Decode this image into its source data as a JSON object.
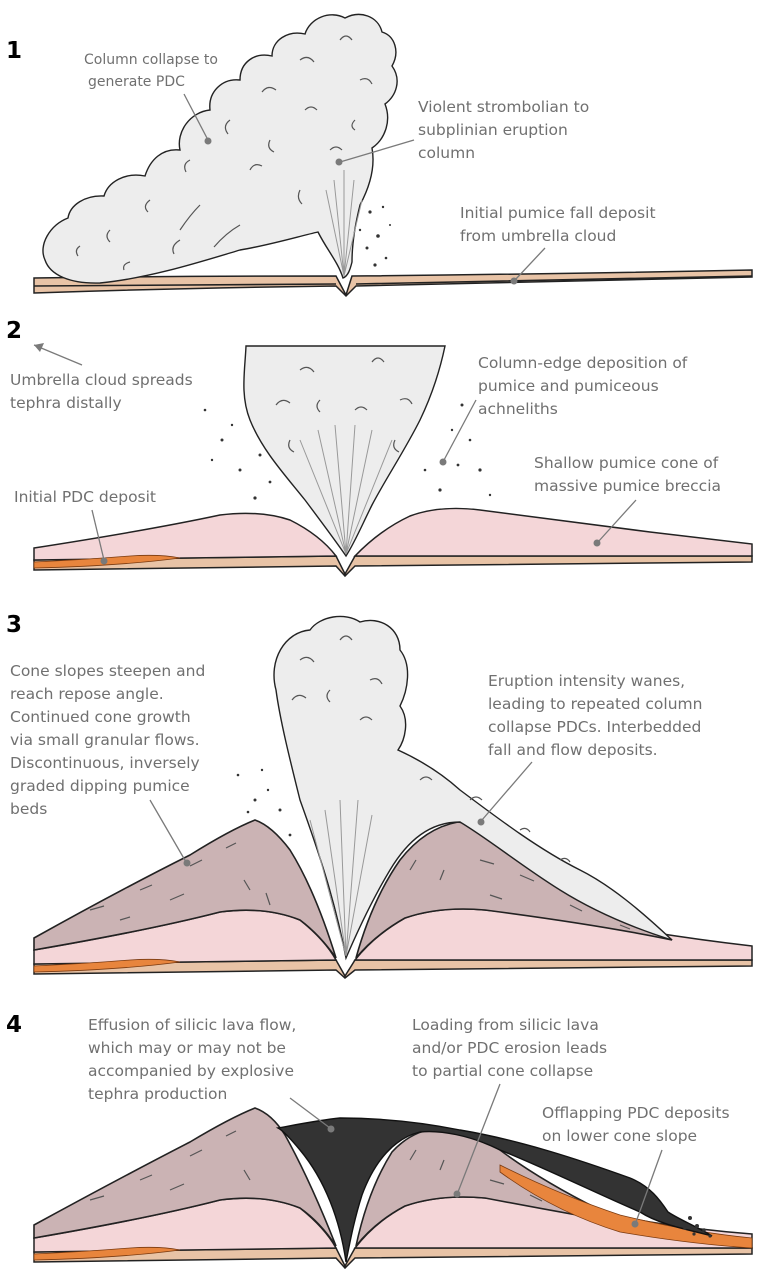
{
  "panels": [
    {
      "number": "1",
      "labels": {
        "collapse": [
          "Column collapse to",
          "generate PDC"
        ],
        "column": [
          "Violent strombolian to",
          "subplinian eruption",
          "column"
        ],
        "fall": [
          "Initial pumice fall deposit",
          "from umbrella cloud"
        ]
      }
    },
    {
      "number": "2",
      "labels": {
        "umbrella": [
          "Umbrella cloud spreads",
          "tephra distally"
        ],
        "edge": [
          "Column-edge deposition of",
          "pumice and pumiceous",
          "achneliths"
        ],
        "pdc": [
          "Initial PDC deposit"
        ],
        "cone": [
          "Shallow pumice cone of",
          "massive pumice breccia"
        ]
      }
    },
    {
      "number": "3",
      "labels": {
        "slopes": [
          "Cone slopes steepen and",
          "reach repose angle.",
          "Continued cone growth",
          "via small granular flows.",
          "Discontinuous, inversely",
          "graded dipping pumice",
          "beds"
        ],
        "wanes": [
          "Eruption intensity wanes,",
          "leading to repeated column",
          "collapse PDCs. Interbedded",
          "fall and flow deposits."
        ]
      }
    },
    {
      "number": "4",
      "labels": {
        "effusion": [
          "Effusion of silicic lava flow,",
          "which may or may not be",
          "accompanied by explosive",
          "tephra production"
        ],
        "loading": [
          "Loading from silicic lava",
          "and/or PDC erosion leads",
          "to partial cone collapse"
        ],
        "offlap": [
          "Offlapping PDC deposits",
          "on lower cone slope"
        ]
      }
    }
  ],
  "colors": {
    "plume": "#ededed",
    "ground": "#e8c3a6",
    "pumice_cone": "#f4d6d8",
    "steep_cone": "#cbb3b4",
    "pdc_deposit": "#e8853d",
    "lava": "#333333",
    "label_text": "#707070"
  }
}
